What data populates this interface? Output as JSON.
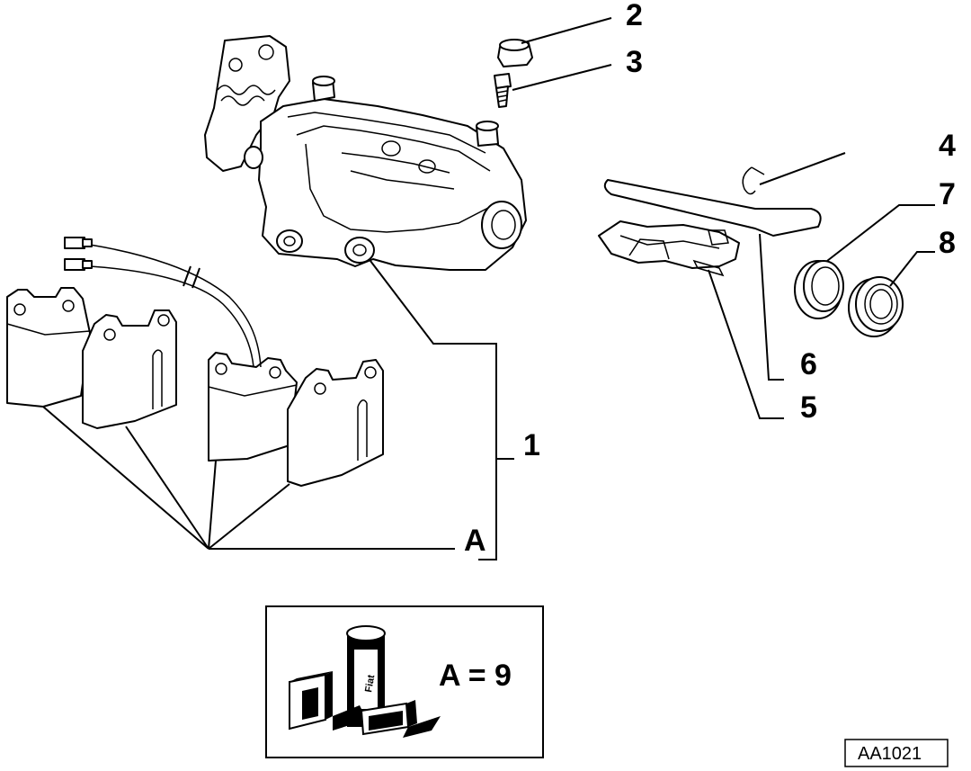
{
  "callouts": {
    "c1": "1",
    "c2": "2",
    "c3": "3",
    "c4": "4",
    "c5": "5",
    "c6": "6",
    "c7": "7",
    "c8": "8",
    "cA": "A"
  },
  "kit_box": {
    "equation": "A = 9",
    "logo_text": "Fiat"
  },
  "drawing_code": "AA1021",
  "colors": {
    "ink": "#000000",
    "paper": "#ffffff"
  }
}
